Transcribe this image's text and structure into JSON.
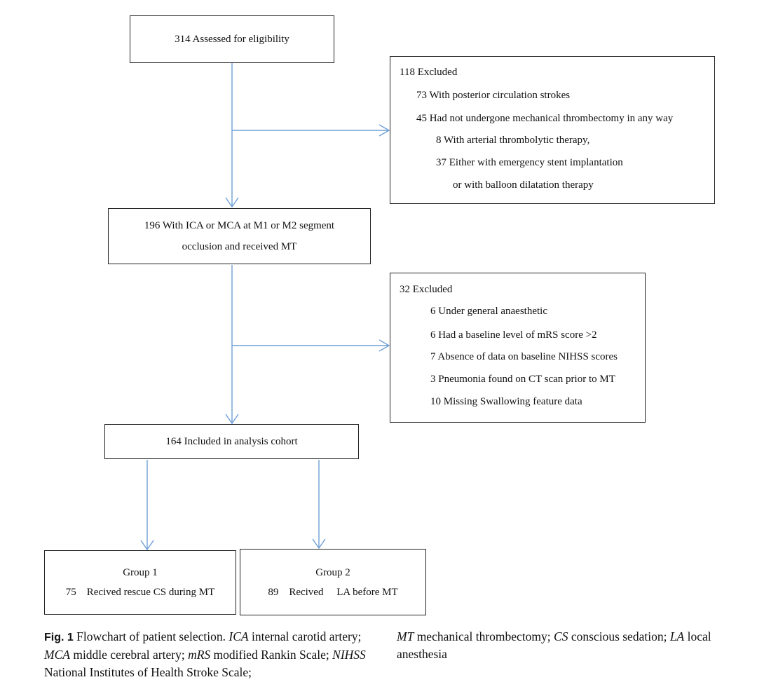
{
  "flow": {
    "assessed": "314 Assessed for eligibility",
    "excluded1": {
      "header": "118   Excluded",
      "items": [
        "73 With posterior circulation strokes",
        "45 Had not undergone mechanical thrombectomy in any way",
        "8 With arterial thrombolytic therapy,",
        "37 Either with emergency stent implantation",
        "or with balloon dilatation therapy"
      ]
    },
    "occlusion": {
      "line1": "196 With ICA or MCA at M1 or M2 segment",
      "line2": "occlusion and received MT"
    },
    "excluded2": {
      "header": "32   Excluded",
      "items": [
        "6 Under general anaesthetic",
        "6 Had a baseline level of mRS score >2",
        "7 Absence of data on baseline NIHSS scores",
        "3 Pneumonia found on CT scan prior to MT",
        "10 Missing Swallowing feature data"
      ]
    },
    "included": "164 Included in analysis cohort",
    "group1": {
      "title": "Group 1",
      "text": "75    Recived rescue CS during MT"
    },
    "group2": {
      "title": "Group 2",
      "text": "89    Recived     LA before MT"
    }
  },
  "caption": {
    "fig_label": "Fig. 1",
    "intro": "Flowchart of patient selection.",
    "abbr": [
      {
        "term": "ICA",
        "def": "internal carotid artery;"
      },
      {
        "term": "MCA",
        "def": "middle cerebral artery;"
      },
      {
        "term": "mRS",
        "def": "modified Rankin Scale;"
      },
      {
        "term": "NIHSS",
        "def": "National Institutes of Health Stroke Scale;"
      },
      {
        "term": "MT",
        "def": "mechanical thrombectomy;"
      },
      {
        "term": "CS",
        "def": "conscious sedation;"
      },
      {
        "term": "LA",
        "def": "local anesthesia"
      }
    ]
  },
  "colors": {
    "arrow": "#6f9fd6",
    "border": "#222222"
  }
}
